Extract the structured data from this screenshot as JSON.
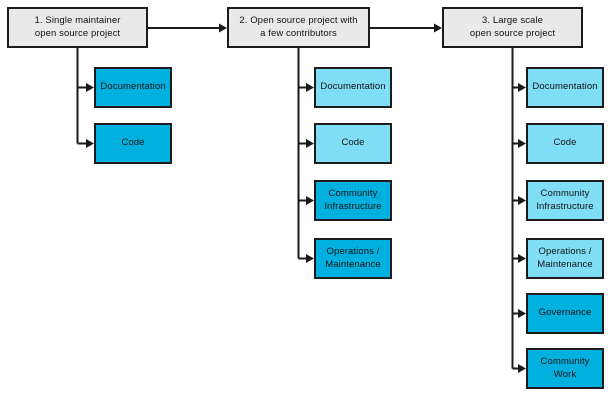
{
  "diagram": {
    "colors": {
      "background": "#ffffff",
      "header_fill": "#e9e9e9",
      "new_task_fill": "#00b1e0",
      "existing_task_fill": "#7fdef5",
      "border": "#1c1c1c",
      "connector": "#1a1a1a",
      "text": "#121212"
    },
    "columns": [
      {
        "header": "1. Single maintainer\nopen source project",
        "children": [
          {
            "label": "Documentation",
            "style": "new"
          },
          {
            "label": "Code",
            "style": "new"
          }
        ]
      },
      {
        "header": "2. Open source project with\na few contributors",
        "children": [
          {
            "label": "Documentation",
            "style": "existing"
          },
          {
            "label": "Code",
            "style": "existing"
          },
          {
            "label": "Community\nInfrastructure",
            "style": "new"
          },
          {
            "label": "Operations /\nMaintenance",
            "style": "new"
          }
        ]
      },
      {
        "header": "3. Large scale\nopen source project",
        "children": [
          {
            "label": "Documentation",
            "style": "existing"
          },
          {
            "label": "Code",
            "style": "existing"
          },
          {
            "label": "Community\nInfrastructure",
            "style": "existing"
          },
          {
            "label": "Operations /\nMaintenance",
            "style": "existing"
          },
          {
            "label": "Governance",
            "style": "new"
          },
          {
            "label": "Community Work",
            "style": "new"
          }
        ]
      }
    ]
  }
}
